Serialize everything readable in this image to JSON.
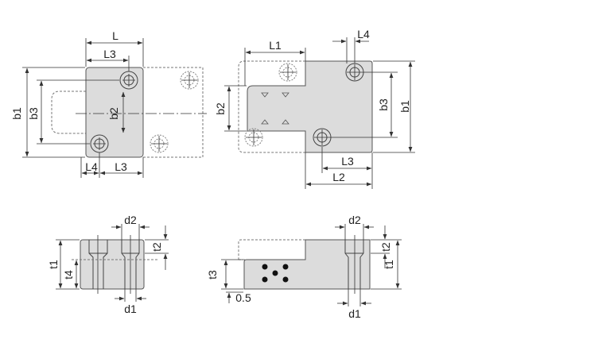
{
  "labels": {
    "L": "L",
    "L1": "L1",
    "L2": "L2",
    "L3": "L3",
    "L4": "L4",
    "b1": "b1",
    "b2": "b2",
    "b3": "b3",
    "d1": "d1",
    "d2": "d2",
    "t1": "t1",
    "t2": "t2",
    "t3": "t3",
    "t4": "t4",
    "gap": "0.5"
  }
}
